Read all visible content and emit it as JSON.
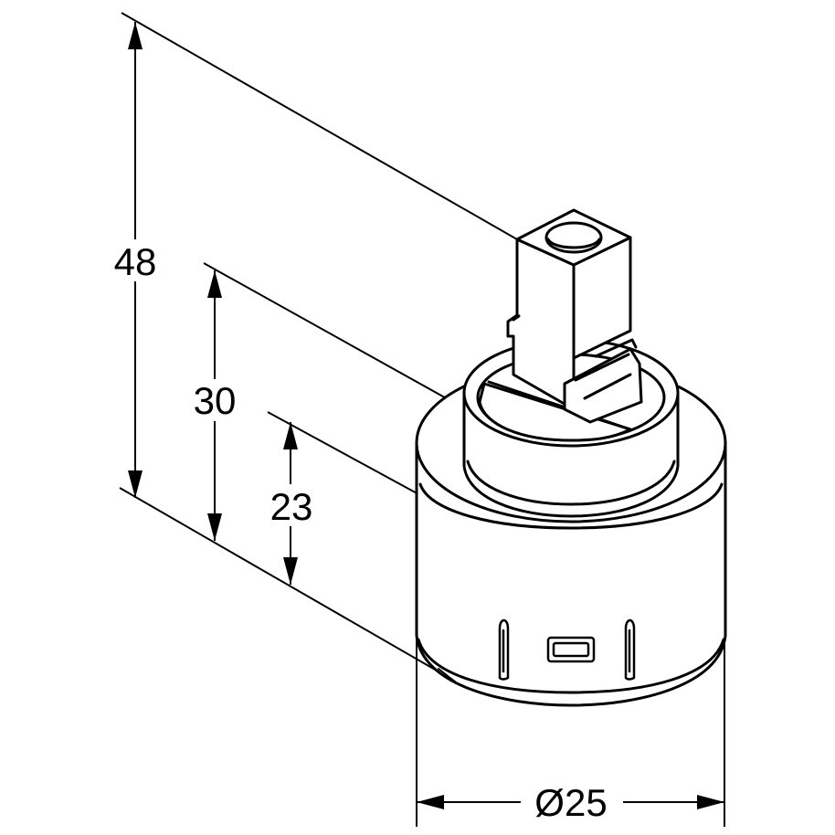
{
  "dimensions": {
    "height_total": "48",
    "height_mid": "30",
    "height_lower": "23",
    "diameter": "Ø25"
  },
  "colors": {
    "line": "#000000",
    "background": "#ffffff",
    "part_fill": "#ffffff"
  }
}
